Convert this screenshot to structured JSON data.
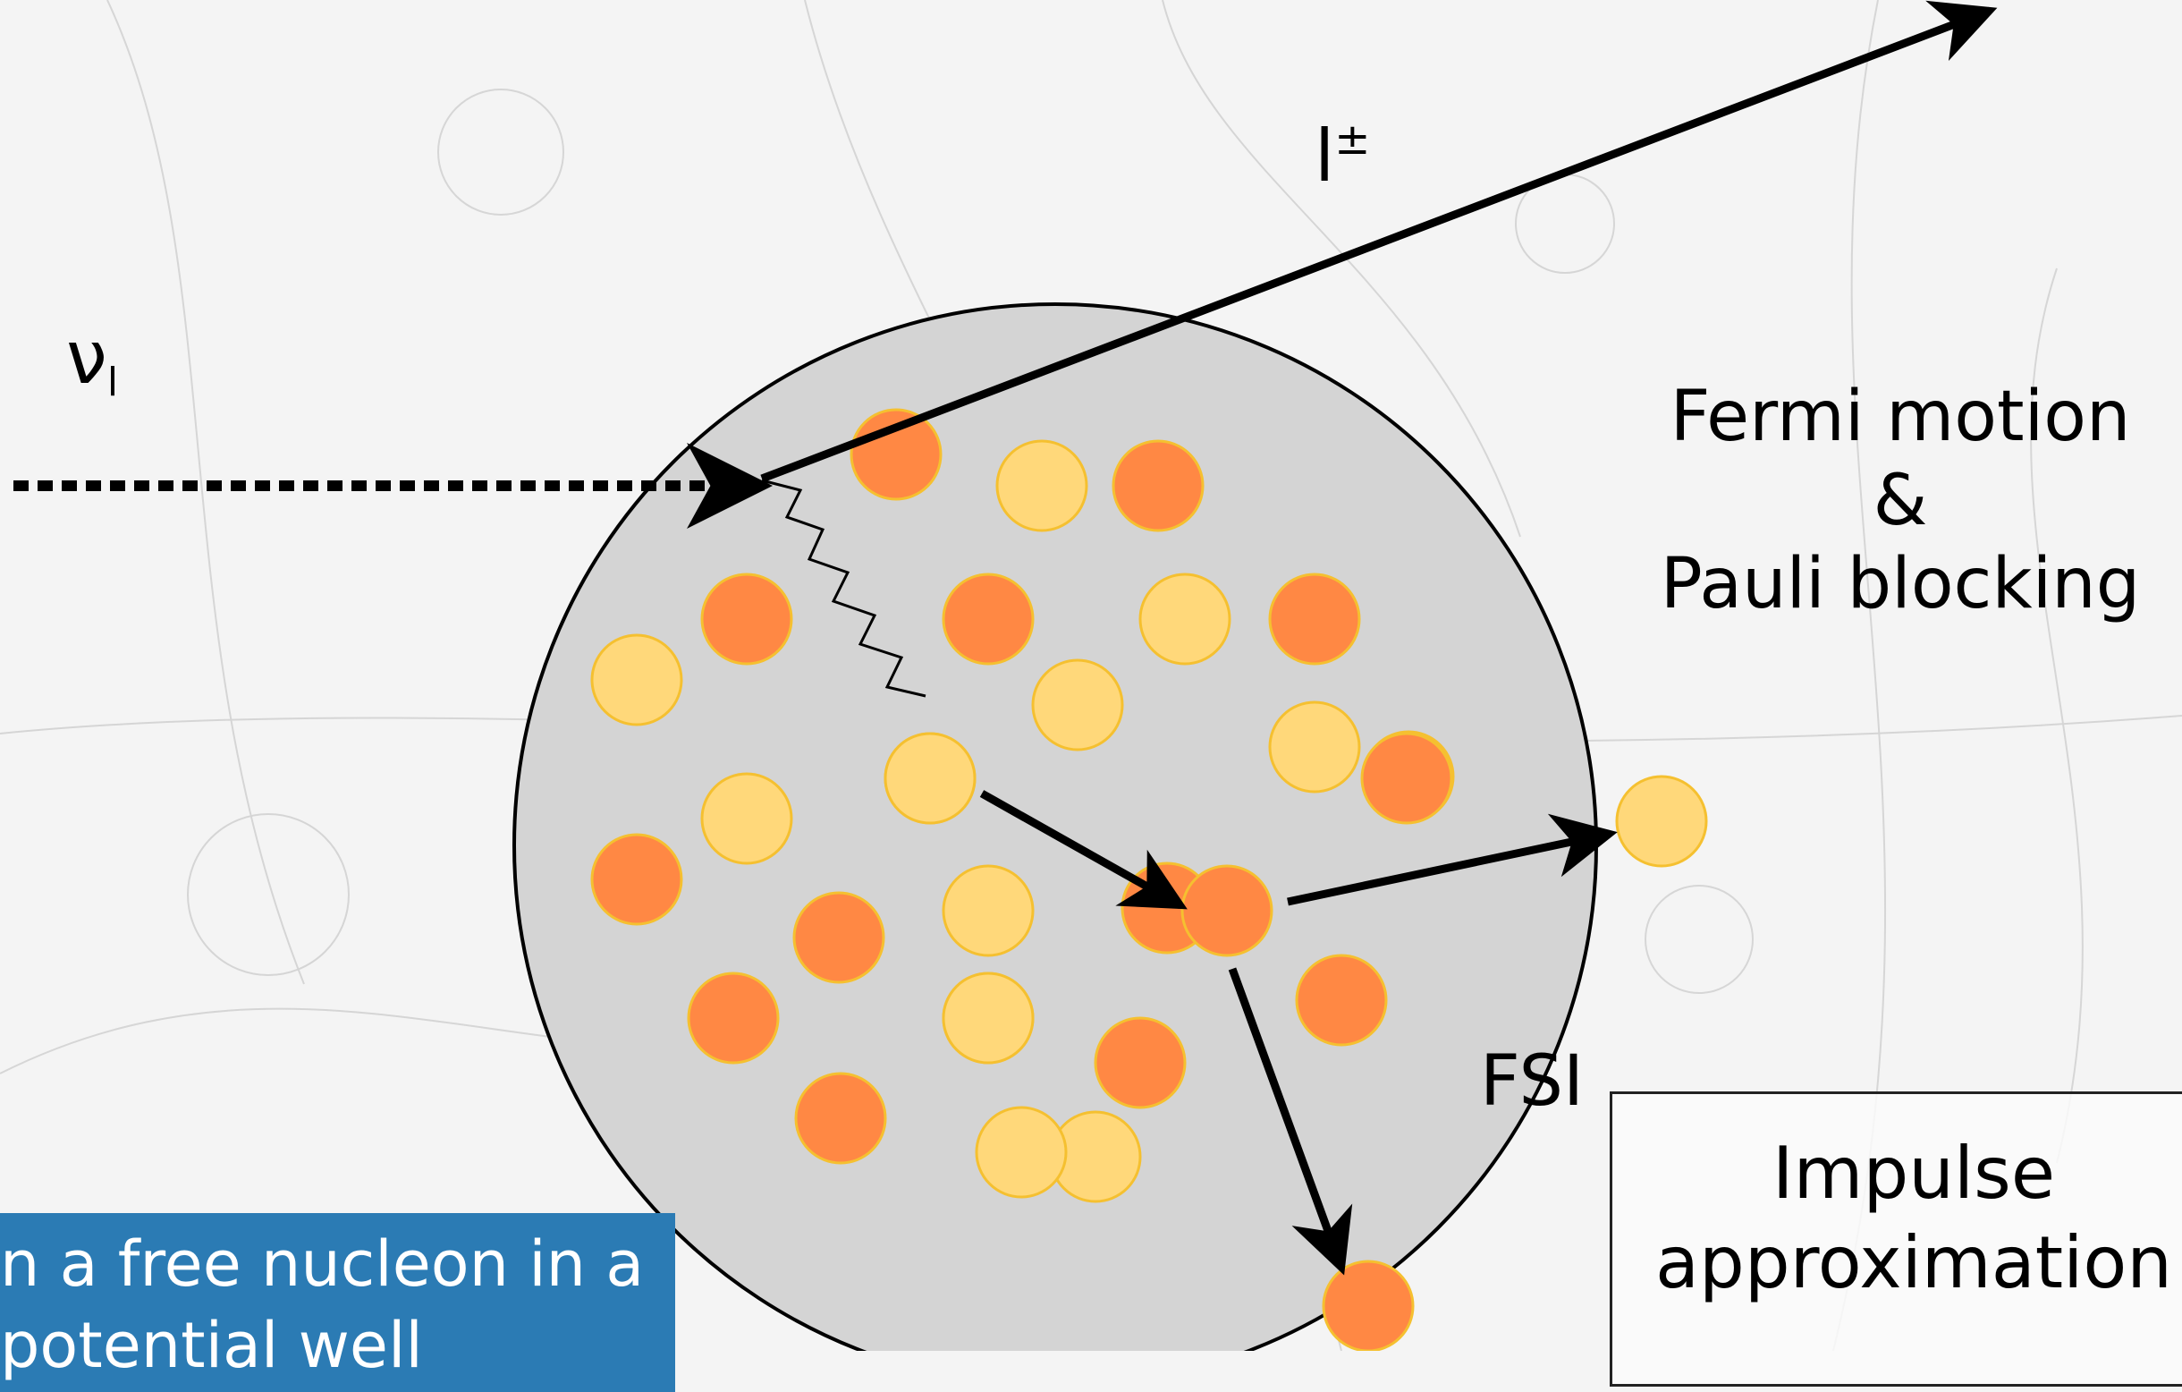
{
  "labels": {
    "lepton": "l",
    "lepton_sup": "±",
    "neutrino": "ν",
    "neutrino_sub": "l",
    "fermi_line1": "Fermi motion",
    "fermi_line2": "&",
    "fermi_line3": "Pauli blocking",
    "fsi": "FSI",
    "impulse_line1": "Impulse",
    "impulse_line2": "approximation",
    "caption_line1": "n a free nucleon in a",
    "caption_line2": "potential well"
  },
  "colors": {
    "background": "#f4f4f4",
    "nucleus_fill": "#d4d4d4",
    "proton_fill": "#ff8844",
    "neutron_fill": "#ffd87a",
    "nucleon_stroke": "#f5c030",
    "caption_box": "#2b7bb4",
    "arrow": "#000000"
  },
  "nucleons": [
    {
      "type": "proton"
    },
    {
      "type": "neutron"
    },
    {
      "type": "proton"
    },
    {
      "type": "proton"
    },
    {
      "type": "proton"
    },
    {
      "type": "neutron"
    },
    {
      "type": "proton"
    },
    {
      "type": "neutron"
    },
    {
      "type": "neutron"
    },
    {
      "type": "neutron"
    },
    {
      "type": "proton"
    },
    {
      "type": "neutron"
    },
    {
      "type": "neutron"
    },
    {
      "type": "proton"
    },
    {
      "type": "proton"
    },
    {
      "type": "proton"
    },
    {
      "type": "neutron"
    },
    {
      "type": "neutron"
    },
    {
      "type": "neutron"
    },
    {
      "type": "proton"
    },
    {
      "type": "proton"
    },
    {
      "type": "proton"
    },
    {
      "type": "neutron"
    },
    {
      "type": "neutron"
    },
    {
      "type": "proton"
    }
  ]
}
